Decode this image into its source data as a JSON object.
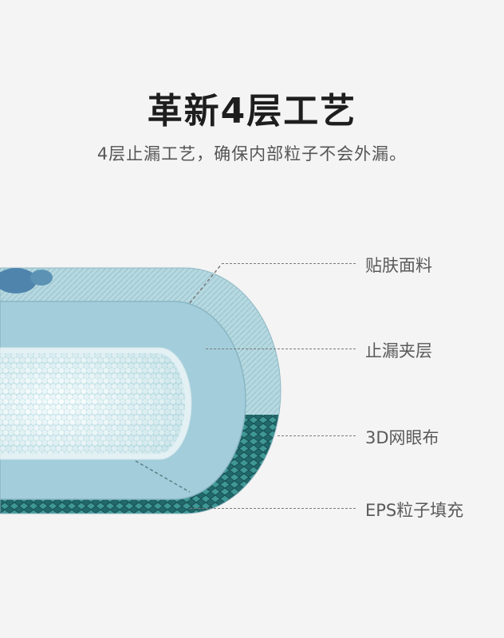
{
  "heading": {
    "title": "革新4层工艺",
    "subtitle": "4层止漏工艺，确保内部粒子不会外漏。"
  },
  "layers": [
    {
      "label": "贴肤面料"
    },
    {
      "label": "止漏夹层"
    },
    {
      "label": "3D网眼布"
    },
    {
      "label": "EPS粒子填充"
    }
  ],
  "colors": {
    "background": "#f4f4f4",
    "skin_fabric": "#b5d8e0",
    "leakproof_layer": "#a2ccda",
    "mesh": "#2f7f7f",
    "eps_beads": "#eef7fa"
  }
}
